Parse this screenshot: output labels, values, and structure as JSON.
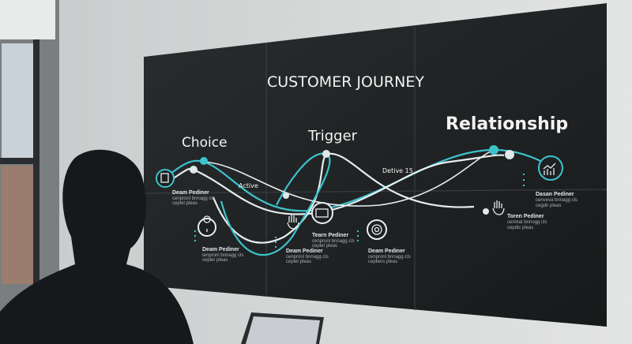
{
  "screen": {
    "title": "CUSTOMER JOURNEY",
    "stages": [
      "Choice",
      "Trigger",
      "Relationship"
    ],
    "callouts": [
      "Active",
      "Detive 15"
    ],
    "nodes": [
      {
        "title": "Deam Pediner",
        "desc1": "cenpronl bnnagg cls",
        "desc2": "ceplet pleas",
        "icon": "clipboard-icon"
      },
      {
        "title": "Deam Pediner",
        "desc1": "tenpronl bnnagg cls",
        "desc2": "cepler pleas",
        "icon": "location-pin-icon"
      },
      {
        "title": "Deam Pediner",
        "desc1": "cenpronl bnnagg cls",
        "desc2": "ceplet pleas",
        "icon": "hand-touch-icon"
      },
      {
        "title": "Tearn Pediner",
        "desc1": "cenpronl bnnagg cls",
        "desc2": "ceplet pleas",
        "icon": "card-icon"
      },
      {
        "title": "Deam Pediner",
        "desc1": "cenpronl bnnagg cls",
        "desc2": "cepbers pleas",
        "icon": "target-icon"
      },
      {
        "title": "Toren Pediner",
        "desc1": "cenmat bnnogg cls",
        "desc2": "cepdic pleas",
        "icon": "hand-touch-icon"
      },
      {
        "title": "Dasan Pediner",
        "desc1": "cenveva bnnagg cls",
        "desc2": "cegdir pleas",
        "icon": "chart-icon"
      }
    ]
  },
  "colors": {
    "teal": "#3cc4cc",
    "screen": "#1f2224",
    "wall": "#d9dadb"
  }
}
